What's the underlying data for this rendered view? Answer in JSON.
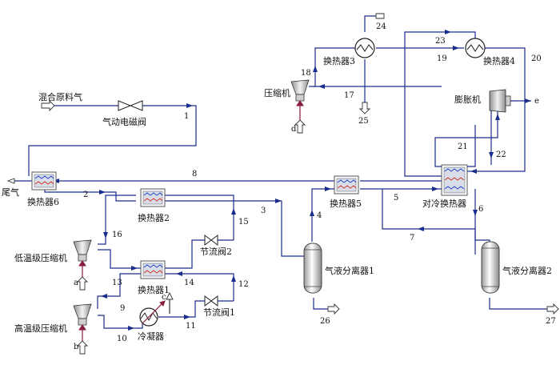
{
  "labels": {
    "feed": "混合原料气",
    "valve_pneumatic": "气动电磁阀",
    "tail_gas": "尾气",
    "hx1": "换热器1",
    "hx2": "换热器2",
    "hx3": "换热器3",
    "hx4": "换热器4",
    "hx5": "换热器5",
    "hx6": "换热器6",
    "cold_hx": "对冷换热器",
    "compressor": "压缩机",
    "expander": "膨胀机",
    "low_comp": "低温级压缩机",
    "high_comp": "高温级压缩机",
    "throttle1": "节流阀1",
    "throttle2": "节流阀2",
    "condenser": "冷凝器",
    "sep1": "气液分离器1",
    "sep2": "气液分离器2",
    "work_a": "a",
    "work_b": "b",
    "work_c": "c",
    "work_d": "d",
    "work_e": "e"
  },
  "streams": {
    "s1": "1",
    "s2": "2",
    "s3": "3",
    "s4": "4",
    "s5": "5",
    "s6": "6",
    "s7": "7",
    "s8": "8",
    "s9": "9",
    "s10": "10",
    "s11": "11",
    "s12": "12",
    "s13": "13",
    "s14": "14",
    "s15": "15",
    "s16": "16",
    "s17": "17",
    "s18": "18",
    "s19": "19",
    "s20": "20",
    "s21": "21",
    "s22": "22",
    "s23": "23",
    "s24": "24",
    "s25": "25",
    "s26": "26",
    "s27": "27"
  }
}
